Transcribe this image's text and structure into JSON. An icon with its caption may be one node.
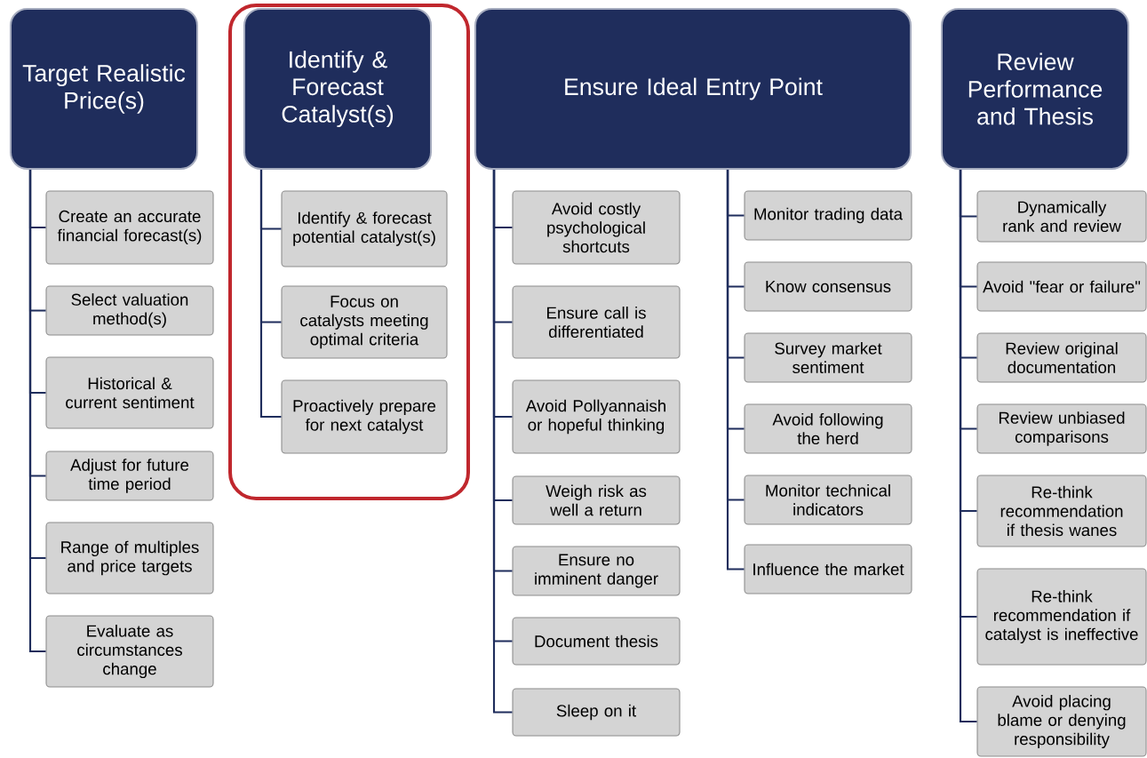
{
  "diagram": {
    "nodes": [
      {
        "text": [
          "Target Realistic Price(s)"
        ]
      },
      {
        "text": [
          "Create an accurate financial forecast(s)"
        ]
      },
      {
        "text": [
          "Select valuation method(s)"
        ]
      },
      {
        "text": [
          "Historical & current sentiment"
        ]
      },
      {
        "text": [
          "Adjust for future time period"
        ]
      },
      {
        "text": [
          "Range of multiples and price targets"
        ]
      },
      {
        "text": [
          "Evaluate as circumstances change"
        ]
      },
      {
        "text": [
          "Identify & Forecast Catalyst(s)"
        ]
      },
      {
        "text": [
          "Identify & forecast potential catalyst(s)"
        ]
      },
      {
        "text": [
          "Focus on catalysts meeting optimal criteria"
        ]
      },
      {
        "text": [
          "Proactively prepare for next catalyst"
        ]
      },
      {
        "text": [
          "Ensure Ideal Entry Point"
        ]
      },
      {
        "text": [
          "Avoid costly psychological shortcuts"
        ]
      },
      {
        "text": [
          "Ensure call is differentiated"
        ]
      },
      {
        "text": [
          "Avoid Pollyannaish or hopeful thinking"
        ]
      },
      {
        "text": [
          "Weigh risk as well a return"
        ]
      },
      {
        "text": [
          "Ensure no imminent danger"
        ]
      },
      {
        "text": [
          "Document thesis"
        ]
      },
      {
        "text": [
          "Sleep on it"
        ]
      },
      {
        "text": [
          "Monitor trading data"
        ]
      },
      {
        "text": [
          "Know consensus"
        ]
      },
      {
        "text": [
          "Survey market sentiment"
        ]
      },
      {
        "text": [
          "Avoid following the herd"
        ]
      },
      {
        "text": [
          "Monitor technical indicators"
        ]
      },
      {
        "text": [
          "Influence the market"
        ]
      },
      {
        "text": [
          "Review Performance and Thesis"
        ]
      },
      {
        "text": [
          "Dynamically rank and review"
        ]
      },
      {
        "text": [
          "Avoid \"fear or failure\""
        ]
      },
      {
        "text": [
          "Review original documentation"
        ]
      },
      {
        "text": [
          "Review unbiased comparisons"
        ]
      },
      {
        "text": [
          "Re-think recommendation if thesis wanes"
        ]
      },
      {
        "text": [
          "Re-think recommendation if catalyst is ineffective"
        ]
      },
      {
        "text": [
          "Avoid placing blame or denying responsibility"
        ]
      }
    ],
    "edges": [
      {
        "from": 0,
        "to": 1,
        "arrow": "none"
      },
      {
        "from": 0,
        "to": 2,
        "arrow": "none"
      },
      {
        "from": 0,
        "to": 3,
        "arrow": "none"
      },
      {
        "from": 0,
        "to": 4,
        "arrow": "none"
      },
      {
        "from": 0,
        "to": 5,
        "arrow": "none"
      },
      {
        "from": 0,
        "to": 6,
        "arrow": "none"
      },
      {
        "from": 7,
        "to": 8,
        "arrow": "none"
      },
      {
        "from": 7,
        "to": 9,
        "arrow": "none"
      },
      {
        "from": 7,
        "to": 10,
        "arrow": "none"
      },
      {
        "from": 11,
        "to": 12,
        "arrow": "none"
      },
      {
        "from": 11,
        "to": 13,
        "arrow": "none"
      },
      {
        "from": 11,
        "to": 14,
        "arrow": "none"
      },
      {
        "from": 11,
        "to": 15,
        "arrow": "none"
      },
      {
        "from": 11,
        "to": 16,
        "arrow": "none"
      },
      {
        "from": 11,
        "to": 17,
        "arrow": "none"
      },
      {
        "from": 11,
        "to": 18,
        "arrow": "none"
      },
      {
        "from": 11,
        "to": 19,
        "arrow": "none"
      },
      {
        "from": 11,
        "to": 20,
        "arrow": "none"
      },
      {
        "from": 11,
        "to": 21,
        "arrow": "none"
      },
      {
        "from": 11,
        "to": 22,
        "arrow": "none"
      },
      {
        "from": 11,
        "to": 23,
        "arrow": "none"
      },
      {
        "from": 11,
        "to": 24,
        "arrow": "none"
      },
      {
        "from": 25,
        "to": 26,
        "arrow": "none"
      },
      {
        "from": 25,
        "to": 27,
        "arrow": "none"
      },
      {
        "from": 25,
        "to": 28,
        "arrow": "none"
      },
      {
        "from": 25,
        "to": 29,
        "arrow": "none"
      },
      {
        "from": 25,
        "to": 30,
        "arrow": "none"
      },
      {
        "from": 25,
        "to": 31,
        "arrow": "none"
      },
      {
        "from": 25,
        "to": 32,
        "arrow": "none"
      }
    ]
  }
}
